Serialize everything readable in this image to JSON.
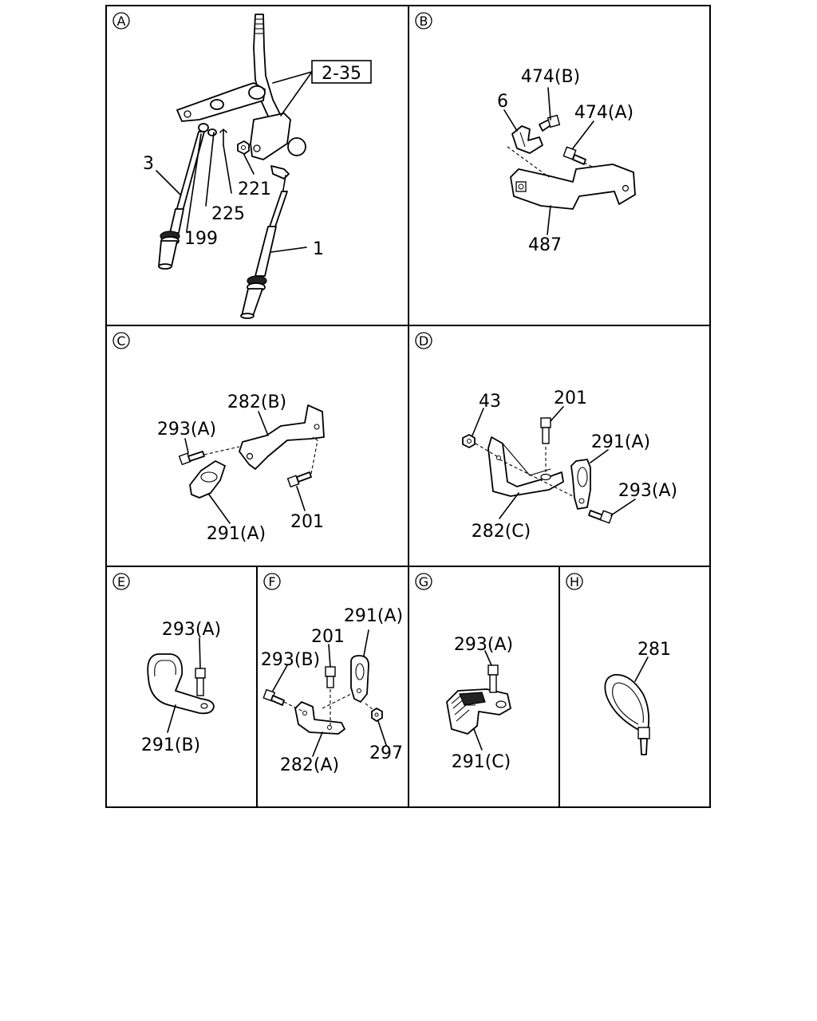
{
  "panels": {
    "A": {
      "letter": "A",
      "labels": {
        "ref_box": "2-35",
        "p3": "3",
        "p225": "225",
        "p221": "221",
        "p199": "199",
        "p1": "1"
      }
    },
    "B": {
      "letter": "B",
      "labels": {
        "p474b": "474(B)",
        "p6": "6",
        "p474a": "474(A)",
        "p487": "487"
      }
    },
    "C": {
      "letter": "C",
      "labels": {
        "p282b": "282(B)",
        "p293a": "293(A)",
        "p291a": "291(A)",
        "p201": "201"
      }
    },
    "D": {
      "letter": "D",
      "labels": {
        "p43": "43",
        "p201": "201",
        "p291a": "291(A)",
        "p293a": "293(A)",
        "p282c": "282(C)"
      }
    },
    "E": {
      "letter": "E",
      "labels": {
        "p293a": "293(A)",
        "p291b": "291(B)"
      }
    },
    "F": {
      "letter": "F",
      "labels": {
        "p291a": "291(A)",
        "p201": "201",
        "p293b": "293(B)",
        "p297": "297",
        "p282a": "282(A)"
      }
    },
    "G": {
      "letter": "G",
      "labels": {
        "p293a": "293(A)",
        "p291c": "291(C)"
      }
    },
    "H": {
      "letter": "H",
      "labels": {
        "p281": "281"
      }
    }
  }
}
